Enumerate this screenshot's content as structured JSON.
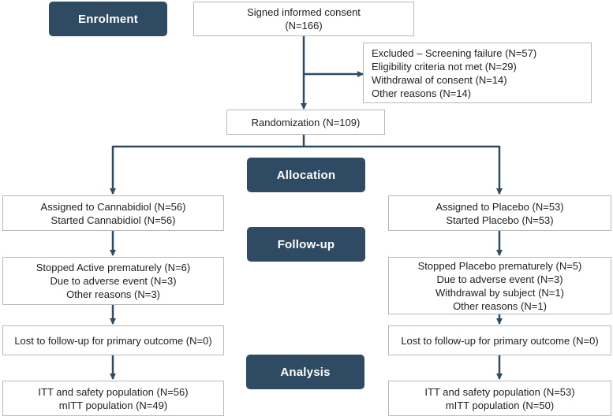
{
  "colors": {
    "stage_bg": "#2f4b63",
    "stage_text": "#ffffff",
    "arrow": "#2f4b63",
    "box_border": "#b9b9b9"
  },
  "stages": {
    "enrolment": "Enrolment",
    "allocation": "Allocation",
    "follow_up": "Follow-up",
    "analysis": "Analysis"
  },
  "consent": {
    "line1": "Signed informed consent",
    "line2": "(N=166)"
  },
  "excluded": {
    "lines": [
      "Excluded – Screening failure (N=57)",
      "Eligibility criteria not met (N=29)",
      "Withdrawal of consent (N=14)",
      "Other reasons (N=14)"
    ]
  },
  "randomization": {
    "label": "Randomization (N=109)"
  },
  "cannabidiol_arm": {
    "assigned": [
      "Assigned to Cannabidiol (N=56)",
      "Started Cannabidiol (N=56)"
    ],
    "stopped": [
      "Stopped Active prematurely (N=6)",
      "Due to adverse event (N=3)",
      "Other reasons (N=3)"
    ],
    "lost": "Lost to follow-up for primary outcome (N=0)",
    "analysis": [
      "ITT and safety population (N=56)",
      "mITT population (N=49)"
    ]
  },
  "placebo_arm": {
    "assigned": [
      "Assigned to Placebo (N=53)",
      "Started Placebo (N=53)"
    ],
    "stopped": [
      "Stopped Placebo prematurely (N=5)",
      "Due to adverse event (N=3)",
      "Withdrawal by subject (N=1)",
      "Other reasons (N=1)"
    ],
    "lost": "Lost to follow-up for primary outcome (N=0)",
    "analysis": [
      "ITT and safety population (N=53)",
      "mITT population (N=50)"
    ]
  }
}
